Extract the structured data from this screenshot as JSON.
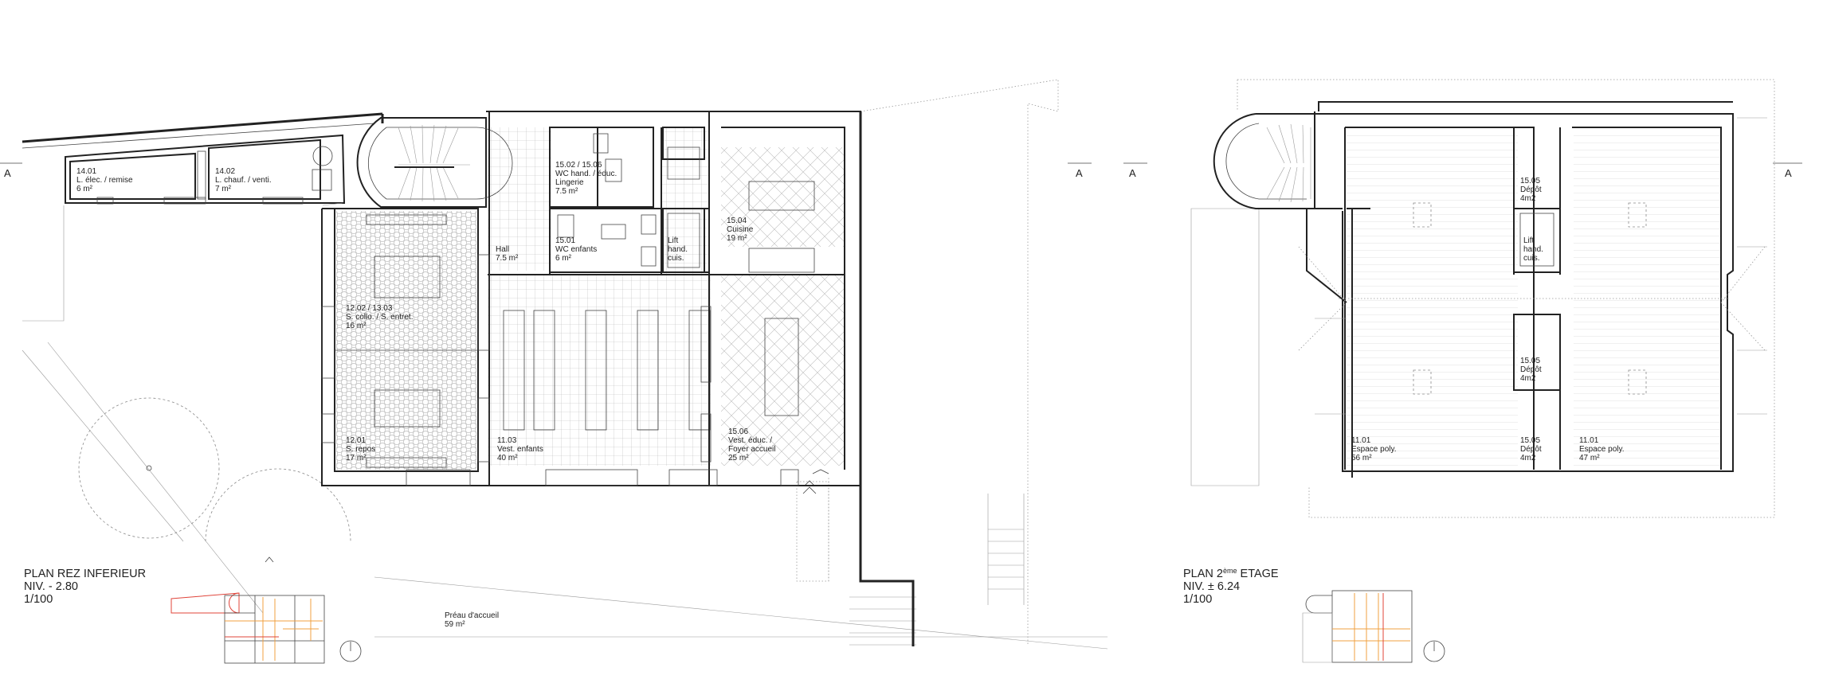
{
  "plans": [
    {
      "title": "PLAN REZ INFERIEUR",
      "level": "NIV. - 2.80",
      "scale": "1/100",
      "section_marker": "A",
      "rooms": [
        {
          "id": "14.01",
          "lines": [
            "14.01",
            "L. élec. / remise",
            "6 m²"
          ]
        },
        {
          "id": "14.02",
          "lines": [
            "14.02",
            "L. chauf. / venti.",
            "7 m²"
          ]
        },
        {
          "id": "15.02",
          "lines": [
            "15.02 / 15.06",
            "WC hand. / éduc.",
            "Lingerie",
            "7.5 m²"
          ]
        },
        {
          "id": "15.01",
          "lines": [
            "15.01",
            "WC enfants",
            "6 m²"
          ]
        },
        {
          "id": "hall",
          "lines": [
            "Hall",
            "7.5 m²"
          ]
        },
        {
          "id": "lift1",
          "lines": [
            "Lift",
            "hand.",
            "cuis."
          ]
        },
        {
          "id": "15.04",
          "lines": [
            "15.04",
            "Cuisine",
            "19 m²"
          ]
        },
        {
          "id": "12.02",
          "lines": [
            "12.02 / 13.03",
            "S. collo. / S. entret.",
            "16 m²"
          ]
        },
        {
          "id": "12.01",
          "lines": [
            "12.01",
            "S. repos",
            "17 m²"
          ]
        },
        {
          "id": "11.03",
          "lines": [
            "11.03",
            "Vest. enfants",
            "40 m²"
          ]
        },
        {
          "id": "15.06",
          "lines": [
            "15.06",
            "Vest. éduc. /",
            "Foyer accueil",
            "25 m²"
          ]
        },
        {
          "id": "preau",
          "lines": [
            "Préau d'accueil",
            "59 m²"
          ]
        }
      ]
    },
    {
      "title": "PLAN 2",
      "title_sup": "ème",
      "title_rest": " ETAGE",
      "level": "NIV. ± 6.24",
      "scale": "1/100",
      "section_marker": "A",
      "rooms": [
        {
          "id": "15.05a",
          "lines": [
            "15.05",
            "Dépôt",
            "4m2"
          ]
        },
        {
          "id": "lift2",
          "lines": [
            "Lift",
            "hand.",
            "cuis."
          ]
        },
        {
          "id": "15.05b",
          "lines": [
            "15.05",
            "Dépôt",
            "4m2"
          ]
        },
        {
          "id": "11.01a",
          "lines": [
            "11.01",
            "Espace poly.",
            "56 m²"
          ]
        },
        {
          "id": "15.05c",
          "lines": [
            "15.05",
            "Dépôt",
            "4m2"
          ]
        },
        {
          "id": "11.01b",
          "lines": [
            "11.01",
            "Espace poly.",
            "47 m²"
          ]
        }
      ]
    }
  ]
}
